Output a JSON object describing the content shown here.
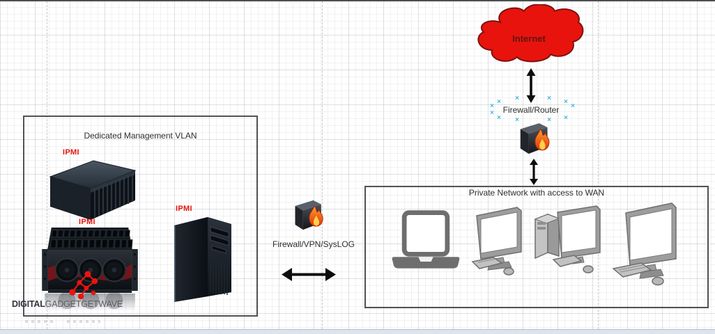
{
  "diagram": {
    "internet": {
      "label": "Internet"
    },
    "firewall_router": {
      "label": "Firewall/Router"
    },
    "gateway": {
      "label": "Firewall/VPN/SysLOG"
    },
    "management_vlan": {
      "title": "Dedicated Management VLAN",
      "ipmi_labels": [
        "IPMI",
        "IPMI",
        "IPMI"
      ]
    },
    "private_network": {
      "title": "Private Network with access to WAN"
    }
  },
  "selection": {
    "handle_glyph": "×"
  },
  "watermark": {
    "bold": "DIGITAL",
    "rest": "GADGETGETWAVE"
  },
  "colors": {
    "cloud_fill": "#e8130d",
    "cloud_stroke": "#7c1210",
    "internet_text": "#5e1511",
    "ipmi_red": "#e8130d",
    "selection_handle": "#43b7e3",
    "box_border": "#525252",
    "label_text": "#2e2e2e",
    "flame_orange": "#f07818",
    "bottom_band": "#dde4eb"
  }
}
